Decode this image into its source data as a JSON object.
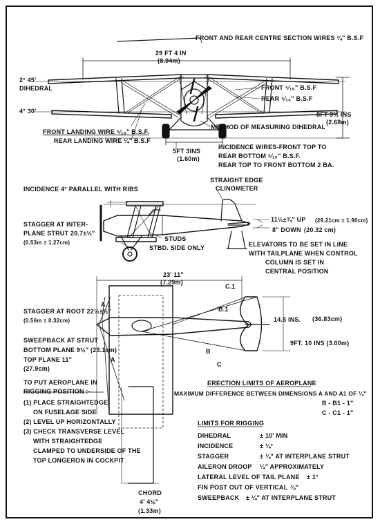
{
  "front_view": {
    "centre_section_wires": "FRONT AND REAR CENTRE SECTION WIRES ¼\" B.S.F",
    "span_ft": "29 FT 4 IN",
    "span_m": "(8.94m)",
    "dihedral_angle": "2° 45'",
    "dihedral_label": "DIHEDRAL",
    "lower_angle": "4° 30'",
    "front_wire": "FRONT ⁵⁄₁₆\" B.S.F",
    "rear_wire": "REAR ⁵⁄₁₆\" B.S.F",
    "height_ft": "8FT 9½ INS",
    "height_m": "(2.68m)",
    "front_landing_wire": "FRONT LANDING WIRE ⁵⁄₁₆\" B.S.F.",
    "rear_landing_wire": "REAR LANDING WIRE ¼\" B.S.F",
    "method_dihedral": "METHOD OF MEASURING DIHEDRAL",
    "track_ft": "5FT 3INS",
    "track_m": "(1.60m)",
    "incidence_wires_1": "INCIDENCE WIRES-FRONT TOP TO",
    "incidence_wires_2": "REAR BOTTOM ⁵⁄₁₆\" B.S.F.",
    "incidence_wires_3": "REAR TOP TO FRONT BOTTOM 2 BA."
  },
  "side_view": {
    "incidence": "INCIDENCE 4° PARALLEL WITH RIBS",
    "straight_edge": "STRAIGHT EDGE",
    "clinometer": "CLINOMETER",
    "stagger_1": "STAGGER AT INTER-",
    "stagger_2": "PLANE STRUT 20.7±½\"",
    "stagger_3": "(0.53m ± 1.27cm)",
    "studs_1": "STUDS",
    "studs_2": "STBD. SIDE ONLY",
    "elev_up": "11½±¾\" UP",
    "elev_up_cm": "(29.21cm ± 1.90cm)",
    "elev_down": "8\" DOWN",
    "elev_down_cm": "(20.32 cm)",
    "elevators_1": "ELEVATORS TO BE SET IN LINE",
    "elevators_2": "WITH TAILPLANE WHEN CONTROL",
    "elevators_3": "COLUMN IS SET IN",
    "elevators_4": "CENTRAL POSITION"
  },
  "plan_view": {
    "length_ft": "23' 11\"",
    "length_m": "(7.29m)",
    "stagger_root_1": "STAGGER AT ROOT 22½±½\"",
    "stagger_root_2": "(0.56m ± 0.32cm)",
    "sweepback_1": "SWEEPBACK AT STRUT",
    "sweepback_2": "BOTTOM PLANE 9½\" (23.1cm)",
    "top_plane_1": "TOP PLANE 11\"",
    "top_plane_2": "(27.9cm)",
    "a1": "A.1",
    "a": "A",
    "b": "B",
    "b1": "B.1",
    "c": "C",
    "c1": "C.1",
    "tail_ins": "14.5 INS.",
    "tail_cm": "(36.83cm)",
    "tail_len": "9FT. 10 INS (3.00m)",
    "chord_1": "CHORD",
    "chord_2": "4' 4½\"",
    "chord_3": "(1.33m)"
  },
  "rigging_position": {
    "title_1": "TO PUT AEROPLANE IN",
    "title_2": "RIGGING POSITION :-",
    "s1a": "(1)  PLACE STRAIGHTEDGE",
    "s1b": "ON FUSELAGE SIDE",
    "s2": "(2)  LEVEL UP HORIZONTALLY",
    "s3a": "(3)  CHECK TRANSVERSE LEVEL",
    "s3b": "WITH STRAIGHTEDGE",
    "s3c": "CLAMPED TO UNDERSIDE OF THE",
    "s3d": "TOP LONGERON IN COCKPIT"
  },
  "erection_limits": {
    "title": "ERECTION LIMITS OF AEROPLANE",
    "row1": "MAXIMUM  DIFFERENCE  BETWEEN  DIMENSIONS  A  AND  A1  OF  ¼\"",
    "row2": "B  -  B1  -  1\"",
    "row3": "C  -  C1  -  1\""
  },
  "limits_for_rigging": {
    "title": "LIMITS FOR RIGGING",
    "rows": [
      {
        "label": "DIHEDRAL",
        "value": "± 10' MIN"
      },
      {
        "label": "INCIDENCE",
        "value": "± ¼°"
      },
      {
        "label": "STAGGER",
        "value": "± ¼\" AT INTERPLANE STRUT"
      },
      {
        "label": "AILERON DROOP",
        "value": "¼\" APPROXIMATELY"
      },
      {
        "label": "LATERAL LEVEL OF TAIL PLANE",
        "value": "± 1°"
      },
      {
        "label": "FIN POST OUT OF VERTICAL",
        "value": "¼\""
      },
      {
        "label": "SWEEPBACK",
        "value": "± ¼\" AT INTERPLANE STRUT"
      }
    ]
  }
}
